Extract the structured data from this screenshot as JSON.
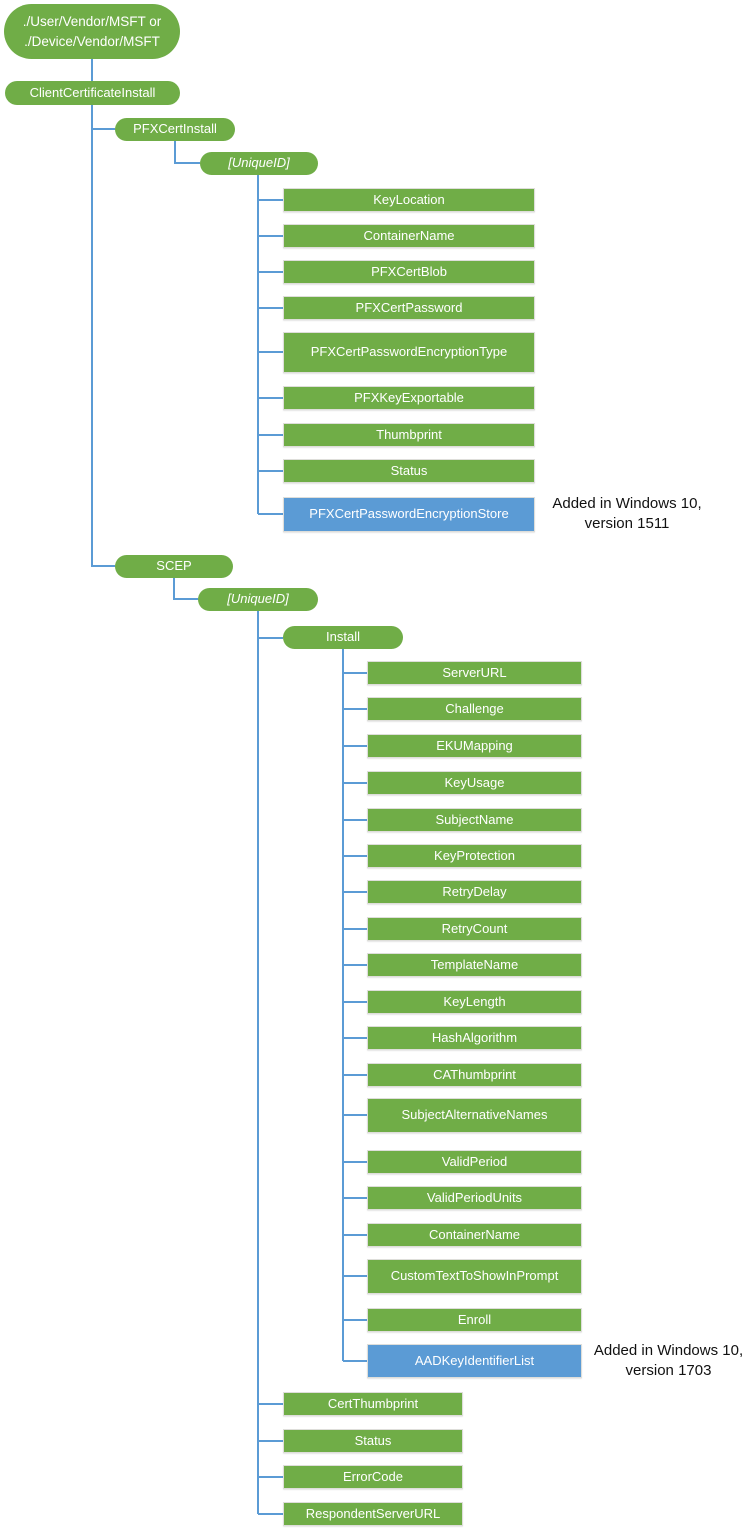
{
  "colors": {
    "green": "#70AD47",
    "blue": "#5B9BD5",
    "connector": "#5B9BD5"
  },
  "diagram": {
    "root": {
      "line1": "./User/Vendor/MSFT or",
      "line2": "./Device/Vendor/MSFT"
    },
    "client_certificate_install": "ClientCertificateInstall",
    "pfx": {
      "label": "PFXCertInstall",
      "unique_id": "[UniqueID]",
      "children": [
        "KeyLocation",
        "ContainerName",
        "PFXCertBlob",
        "PFXCertPassword",
        "PFXCertPasswordEncryptionType",
        "PFXKeyExportable",
        "Thumbprint",
        "Status"
      ],
      "blue_child": "PFXCertPasswordEncryptionStore",
      "note": {
        "line1": "Added in Windows 10,",
        "line2": "version 1511"
      }
    },
    "scep": {
      "label": "SCEP",
      "unique_id": "[UniqueID]",
      "install": {
        "label": "Install",
        "children": [
          "ServerURL",
          "Challenge",
          "EKUMapping",
          "KeyUsage",
          "SubjectName",
          "KeyProtection",
          "RetryDelay",
          "RetryCount",
          "TemplateName",
          "KeyLength",
          "HashAlgorithm",
          "CAThumbprint",
          "SubjectAlternativeNames",
          "ValidPeriod",
          "ValidPeriodUnits",
          "ContainerName",
          "CustomTextToShowInPrompt",
          "Enroll"
        ],
        "blue_child": "AADKeyIdentifierList",
        "note": {
          "line1": "Added in Windows 10,",
          "line2": "version 1703"
        }
      },
      "children": [
        "CertThumbprint",
        "Status",
        "ErrorCode",
        "RespondentServerURL"
      ]
    }
  }
}
